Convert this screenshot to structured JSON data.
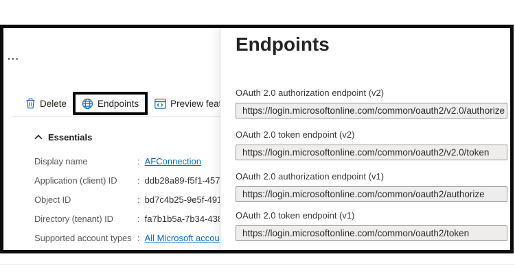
{
  "colors": {
    "accent_blue": "#0f6fc5",
    "link_blue": "#0b6bc2",
    "highlight_border": "#050505",
    "input_background": "#eeedec",
    "input_border": "#9b9997",
    "frame_border": "#0b0b0b"
  },
  "left_pane": {
    "more_button": "...",
    "toolbar": {
      "items": [
        {
          "label": "Delete",
          "icon": "trash-icon"
        },
        {
          "label": "Endpoints",
          "icon": "globe-icon",
          "highlighted": true
        },
        {
          "label": "Preview features",
          "icon": "preview-features-icon"
        }
      ]
    },
    "essentials": {
      "title": "Essentials",
      "collapse_icon": "chevron-up-icon",
      "rows": [
        {
          "label": "Display name",
          "colon": ":",
          "value": "AFConnection",
          "is_link": true
        },
        {
          "label": "Application (client) ID",
          "colon": ":",
          "value": "ddb28a89-f5f1-457",
          "is_link": false
        },
        {
          "label": "Object ID",
          "colon": ":",
          "value": "bd7c4b25-9e5f-491",
          "is_link": false
        },
        {
          "label": "Directory (tenant) ID",
          "colon": ":",
          "value": "fa7b1b5a-7b34-438",
          "is_link": false
        },
        {
          "label": "Supported account types",
          "colon": ":",
          "value": "All Microsoft accou",
          "is_link": true
        }
      ]
    }
  },
  "panel": {
    "title": "Endpoints",
    "endpoints": [
      {
        "label": "OAuth 2.0 authorization endpoint (v2)",
        "url": "https://login.microsoftonline.com/common/oauth2/v2.0/authorize"
      },
      {
        "label": "OAuth 2.0 token endpoint (v2)",
        "url": "https://login.microsoftonline.com/common/oauth2/v2.0/token"
      },
      {
        "label": "OAuth 2.0 authorization endpoint (v1)",
        "url": "https://login.microsoftonline.com/common/oauth2/authorize"
      },
      {
        "label": "OAuth 2.0 token endpoint (v1)",
        "url": "https://login.microsoftonline.com/common/oauth2/token"
      }
    ]
  }
}
